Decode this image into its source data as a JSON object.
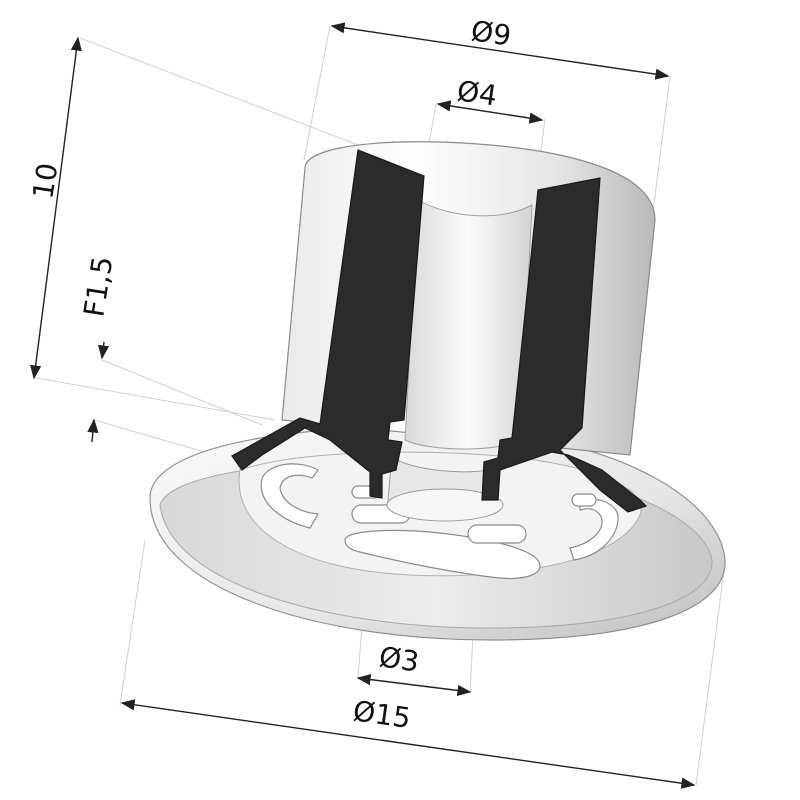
{
  "dimensions": {
    "outer_top_diameter": "Ø9",
    "inner_bore_diameter": "Ø4",
    "height": "10",
    "bellows_height": "F1,5",
    "bottom_port_diameter": "Ø3",
    "cup_diameter": "Ø15"
  },
  "colors": {
    "section": "#2b2b2b",
    "body_light": "#f2f2f2",
    "body_shade": "#c9c9c9",
    "dimension_line": "#222222",
    "extension_line": "#cfcfcf"
  }
}
